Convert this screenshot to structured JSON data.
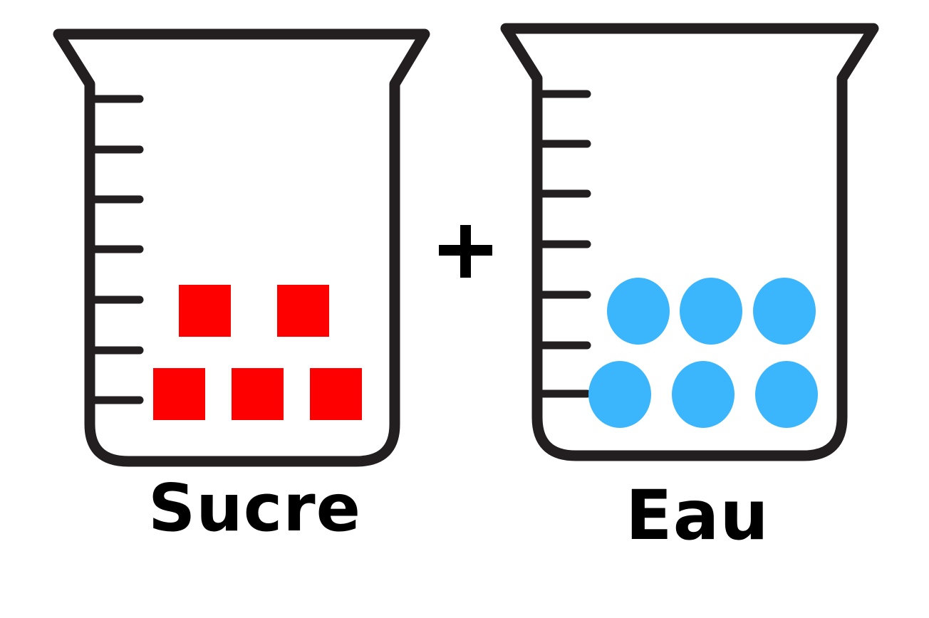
{
  "beakers": [
    {
      "id": "sugar",
      "label": "Sucre",
      "particle_shape": "square",
      "particle_count": 5,
      "particle_color": "#ff0000",
      "graduation_count": 7
    },
    {
      "id": "water",
      "label": "Eau",
      "particle_shape": "circle",
      "particle_count": 6,
      "particle_color": "#3bb5fb",
      "graduation_count": 7
    }
  ],
  "operator": "+",
  "colors": {
    "outline": "#231f20",
    "sugar": "#ff0000",
    "water": "#3bb5fb"
  }
}
